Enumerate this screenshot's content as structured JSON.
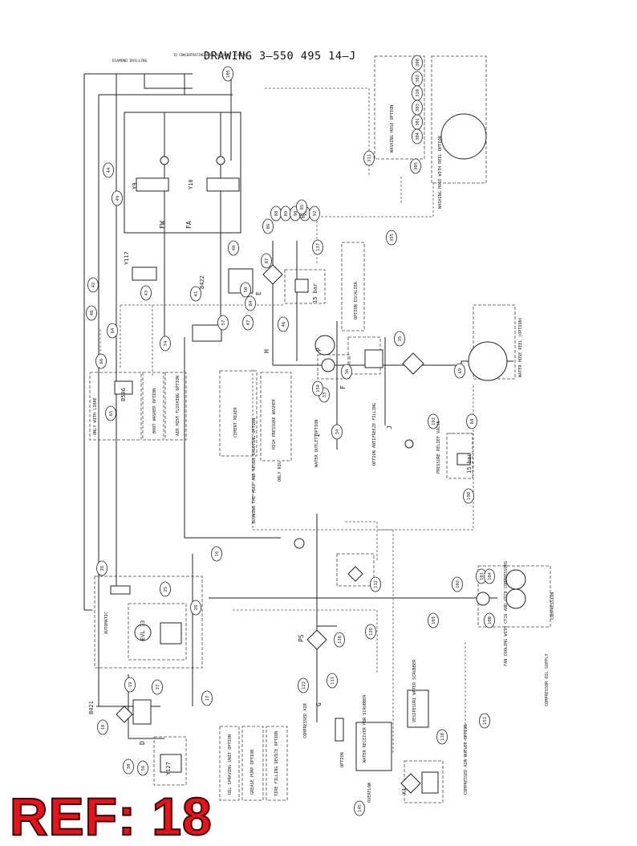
{
  "drawing_title": "DRAWING 3–550 495 14–J",
  "ref_label": "REF: 18",
  "top_labels": [
    "DIAMOND DRILLING",
    "TO CONCENTRATING BOOM RECOVERY (CONSOLE)"
  ],
  "callouts": [
    "105",
    "44",
    "49",
    "48",
    "42",
    "40",
    "43",
    "64",
    "66",
    "65",
    "74",
    "41",
    "50",
    "47",
    "57",
    "84",
    "86",
    "87",
    "88",
    "89",
    "90",
    "91",
    "92",
    "85",
    "137",
    "46",
    "35",
    "36",
    "33",
    "34",
    "154",
    "192",
    "190",
    "311",
    "305",
    "355",
    "300",
    "302",
    "310",
    "303",
    "301",
    "304",
    "68",
    "69",
    "16",
    "26",
    "25",
    "28",
    "19",
    "27",
    "17",
    "18",
    "30",
    "56",
    "112",
    "102",
    "101",
    "104",
    "100",
    "103",
    "138",
    "129",
    "111",
    "123",
    "118",
    "145",
    "153"
  ],
  "valves": [
    "Y9",
    "Y10",
    "Y117",
    "B422",
    "B506",
    "EVL 33",
    "B421",
    "Y127",
    "X1"
  ],
  "letters": [
    "E",
    "F",
    "H",
    "I",
    "J",
    "D",
    "G",
    "P",
    "PS",
    "FW",
    "FA",
    "P"
  ],
  "pressure_labels": [
    "15 bar",
    "15 bar"
  ],
  "box_labels": {
    "washing_hose": "WASHING HOSE OPTION",
    "washing_hose_reel": "WASHING HOSE WITH REEL OPTION",
    "escalier": "OPTION ESCALIER",
    "cement_mixer": "CEMENT MIXER",
    "high_pressure_washer": "HIGH PRESSURE WASHER",
    "blowing": "BLOWING THE HOLE AND RESIN SHOOTING OPTION",
    "water_outlet": "WATER OUTLET OPTION",
    "antifreeze": "OPTION ANTIFREEZE FILLING",
    "relief_valve": "PRESSURE RELIEF VALVE",
    "boot_washer": "BOOT WASHER OPTION",
    "air_mist": "AIR MIST FLUSHING OPTION",
    "only_with_libre": "ONLY WITH LIBRE",
    "automatic": "AUTOMATIC",
    "oil_spraying": "OIL SPRAYING UNIT OPTION",
    "grease_pump": "GREASE PUMP OPTION",
    "tire_filling": "TIRE FILLING DEVICE OPTION",
    "water_receiver": "WATER RECEIVER FOR SCRUBBER",
    "vesipesuri": "VESIPESURI WATER SCRUBBER",
    "compressed_air": "COMPRESSED AIR",
    "compressed_air_outlet": "COMPRESSED AIR OUTLET OPTION",
    "compression": "COMPRESSION",
    "compressor_oil": "COMPRESSOR OIL SUPPLY",
    "fan_cooling": "FAN COOLING WITH CT16 AND CT28 COMPRESSORS",
    "overflow": "OVERFLOW",
    "option": "OPTION",
    "water_hose_reel": "WATER HOSE REEL (OPTION)",
    "only_rig": "ONLY RIG"
  }
}
